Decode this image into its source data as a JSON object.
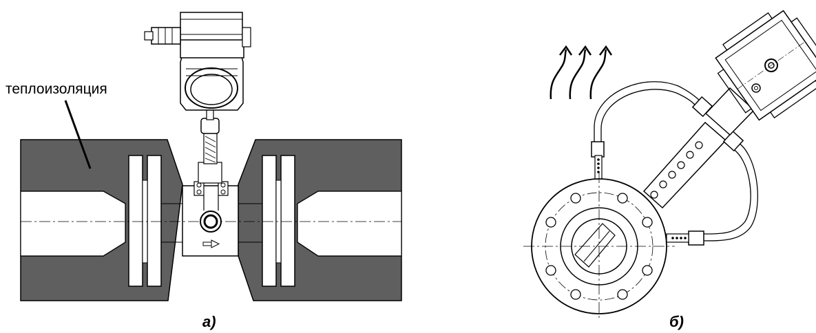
{
  "figure_a": {
    "label": "теплоизоляция",
    "caption": "а)"
  },
  "figure_b": {
    "caption": "б)"
  },
  "colors": {
    "insulation": "#5f5f5f",
    "line": "#000000",
    "background": "#ffffff"
  }
}
